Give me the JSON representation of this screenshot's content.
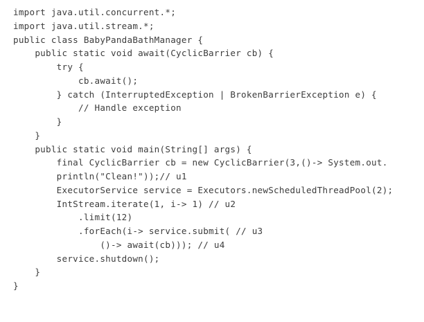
{
  "editor": {
    "language": "java",
    "background_color": "#ffffff",
    "text_color": "#3c3c3c",
    "syntax_highlighting": false,
    "class_name": "BabyPandaBathManager"
  },
  "code": {
    "lines": [
      {
        "text": "import java.util.concurrent.*;"
      },
      {
        "text": "import java.util.stream.*;"
      },
      {
        "text": "public class BabyPandaBathManager {"
      },
      {
        "text": "    public static void await(CyclicBarrier cb) {"
      },
      {
        "text": "        try {"
      },
      {
        "text": "            cb.await();"
      },
      {
        "text": "        } catch (InterruptedException | BrokenBarrierException e) {"
      },
      {
        "text": "            // Handle exception"
      },
      {
        "text": "        }"
      },
      {
        "text": "    }"
      },
      {
        "text": "    public static void main(String[] args) {"
      },
      {
        "text": "        final CyclicBarrier cb = new CyclicBarrier(3,()-> System.out."
      },
      {
        "text": "        println(\"Clean!\"));// u1"
      },
      {
        "text": "        ExecutorService service = Executors.newScheduledThreadPool(2);"
      },
      {
        "text": "        IntStream.iterate(1, i-> 1) // u2"
      },
      {
        "text": "            .limit(12)"
      },
      {
        "text": "            .forEach(i-> service.submit( // u3"
      },
      {
        "text": "                ()-> await(cb))); // u4"
      },
      {
        "text": "        service.shutdown();"
      },
      {
        "text": "    }"
      },
      {
        "text": "}"
      }
    ],
    "annotations": [
      "// u1",
      "// u2",
      "// u3",
      "// u4"
    ]
  }
}
